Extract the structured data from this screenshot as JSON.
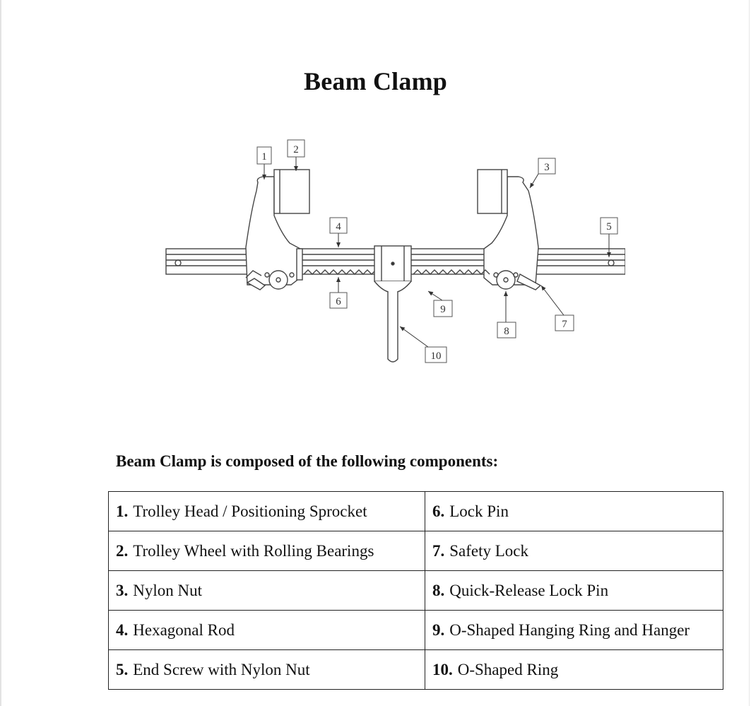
{
  "title": "Beam Clamp",
  "intro": "Beam Clamp is composed of the following components:",
  "diagram": {
    "callouts": [
      "1",
      "2",
      "3",
      "4",
      "5",
      "6",
      "7",
      "8",
      "9",
      "10"
    ]
  },
  "components": [
    {
      "num": "1.",
      "label": "Trolley Head / Positioning Sprocket"
    },
    {
      "num": "2.",
      "label": "Trolley Wheel with Rolling Bearings"
    },
    {
      "num": "3.",
      "label": "Nylon Nut"
    },
    {
      "num": "4.",
      "label": "Hexagonal Rod"
    },
    {
      "num": "5.",
      "label": "End Screw with Nylon Nut"
    },
    {
      "num": "6.",
      "label": "Lock Pin"
    },
    {
      "num": "7.",
      "label": "Safety Lock"
    },
    {
      "num": "8.",
      "label": "Quick-Release Lock Pin"
    },
    {
      "num": "9.",
      "label": "O-Shaped Hanging Ring and Hanger"
    },
    {
      "num": "10.",
      "label": "O-Shaped Ring"
    }
  ]
}
